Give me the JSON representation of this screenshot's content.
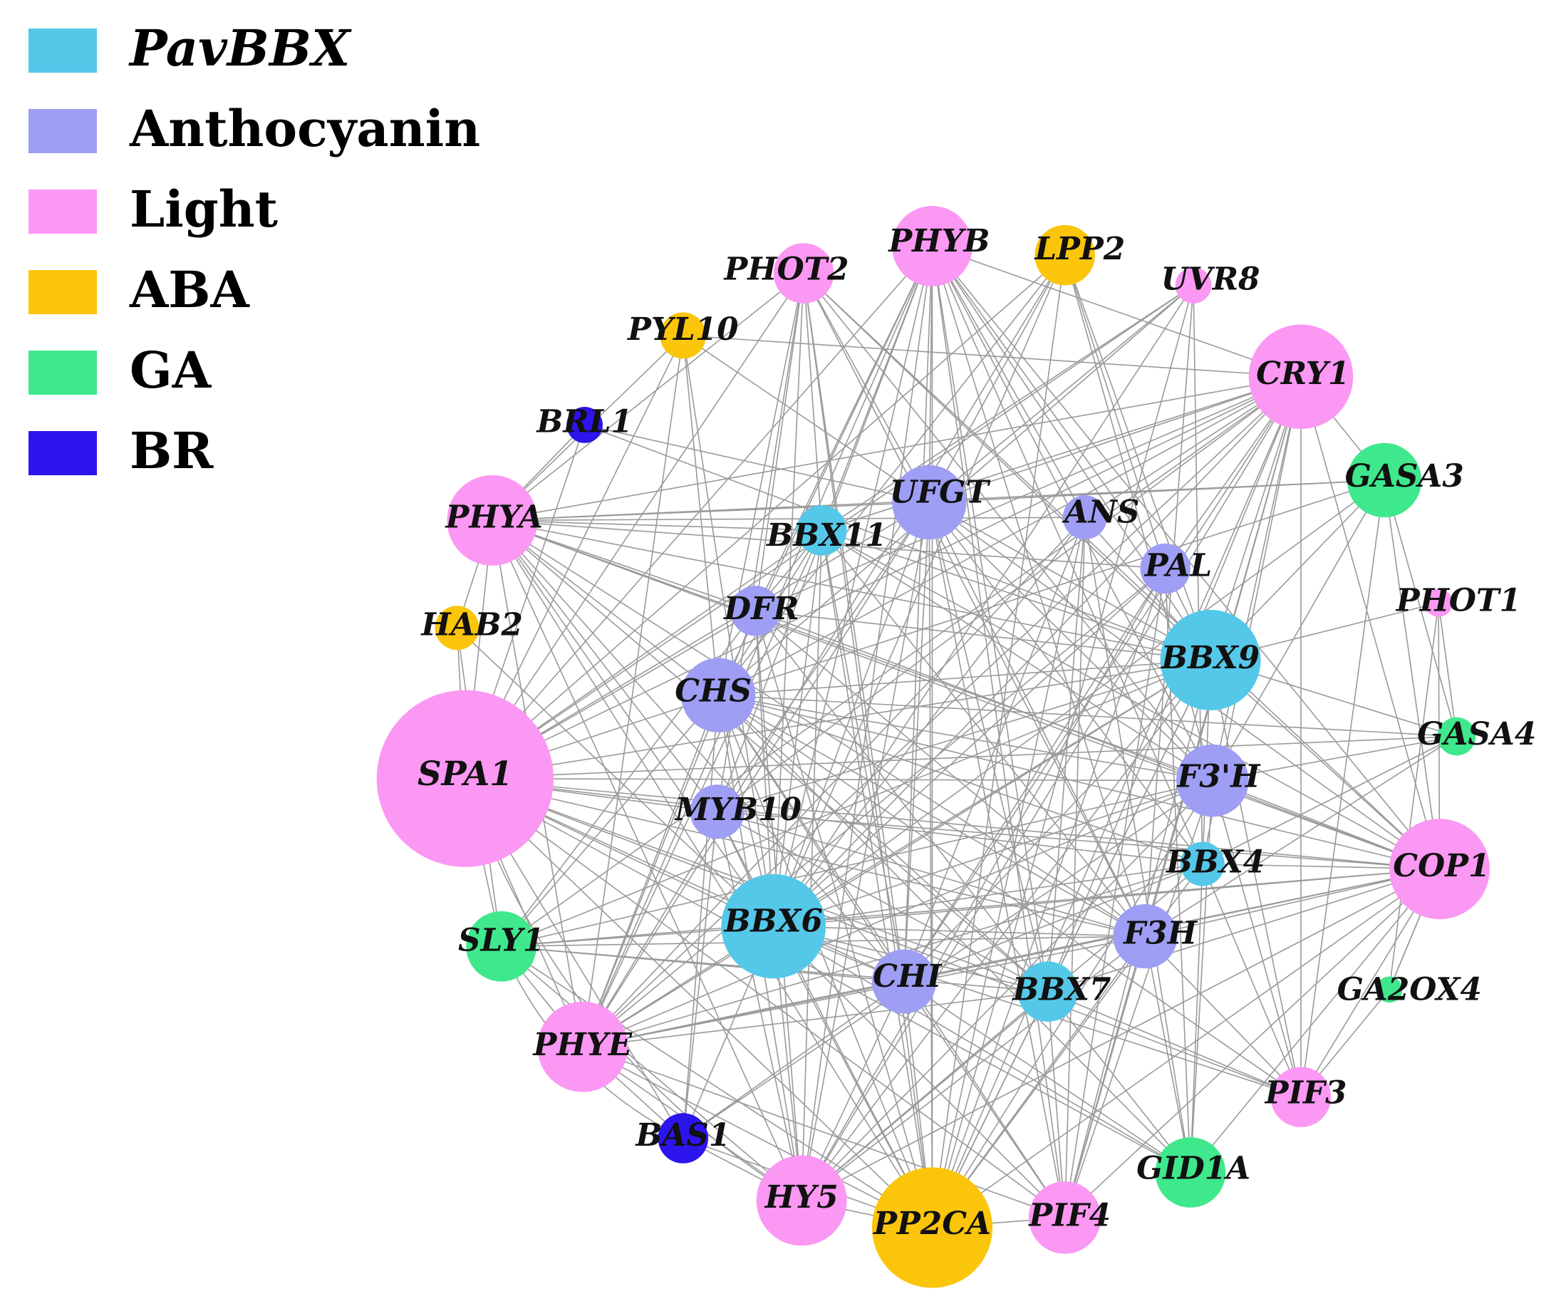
{
  "colors": {
    "PavBBX": "#55c8ea",
    "Anthocyanin": "#9e9ef5",
    "Light": "#fb98f3",
    "ABA": "#fbc50c",
    "GA": "#3fe88c",
    "BR": "#2c14ec",
    "edge": "#9a9a9a"
  },
  "legend": [
    {
      "label": "PavBBX",
      "group": "PavBBX",
      "italic": true
    },
    {
      "label": "Anthocyanin",
      "group": "Anthocyanin",
      "italic": false
    },
    {
      "label": "Light",
      "group": "Light",
      "italic": false
    },
    {
      "label": "ABA",
      "group": "ABA",
      "italic": false
    },
    {
      "label": "GA",
      "group": "GA",
      "italic": false
    },
    {
      "label": "BR",
      "group": "BR",
      "italic": false
    }
  ],
  "nodes": [
    {
      "id": "PHOT2",
      "label": "PHOT2",
      "group": "Light"
    },
    {
      "id": "PHYB",
      "label": "PHYB",
      "group": "Light"
    },
    {
      "id": "LPP2",
      "label": "LPP2",
      "group": "ABA"
    },
    {
      "id": "UVR8",
      "label": "UVR8",
      "group": "Light"
    },
    {
      "id": "PYL10",
      "label": "PYL10",
      "group": "ABA"
    },
    {
      "id": "CRY1",
      "label": "CRY1",
      "group": "Light"
    },
    {
      "id": "BRL1",
      "label": "BRL1",
      "group": "BR"
    },
    {
      "id": "UFGT",
      "label": "UFGT",
      "group": "Anthocyanin"
    },
    {
      "id": "ANS",
      "label": "ANS",
      "group": "Anthocyanin"
    },
    {
      "id": "GASA3",
      "label": "GASA3",
      "group": "GA"
    },
    {
      "id": "PHYA",
      "label": "PHYA",
      "group": "Light"
    },
    {
      "id": "BBX11",
      "label": "BBX11",
      "group": "PavBBX"
    },
    {
      "id": "PAL",
      "label": "PAL",
      "group": "Anthocyanin"
    },
    {
      "id": "PHOT1",
      "label": "PHOT1",
      "group": "Light"
    },
    {
      "id": "HAB2",
      "label": "HAB2",
      "group": "ABA"
    },
    {
      "id": "DFR",
      "label": "DFR",
      "group": "Anthocyanin"
    },
    {
      "id": "BBX9",
      "label": "BBX9",
      "group": "PavBBX"
    },
    {
      "id": "CHS",
      "label": "CHS",
      "group": "Anthocyanin"
    },
    {
      "id": "GASA4",
      "label": "GASA4",
      "group": "GA"
    },
    {
      "id": "SPA1",
      "label": "SPA1",
      "group": "Light"
    },
    {
      "id": "F3H_prime",
      "label": "F3'H",
      "group": "Anthocyanin"
    },
    {
      "id": "MYB10",
      "label": "MYB10",
      "group": "Anthocyanin"
    },
    {
      "id": "BBX4",
      "label": "BBX4",
      "group": "PavBBX"
    },
    {
      "id": "COP1",
      "label": "COP1",
      "group": "Light"
    },
    {
      "id": "BBX6",
      "label": "BBX6",
      "group": "PavBBX"
    },
    {
      "id": "F3H",
      "label": "F3H",
      "group": "Anthocyanin"
    },
    {
      "id": "SLY1",
      "label": "SLY1",
      "group": "GA"
    },
    {
      "id": "CHI",
      "label": "CHI",
      "group": "Anthocyanin"
    },
    {
      "id": "BBX7",
      "label": "BBX7",
      "group": "PavBBX"
    },
    {
      "id": "GA2OX4",
      "label": "GA2OX4",
      "group": "GA"
    },
    {
      "id": "PHYE",
      "label": "PHYE",
      "group": "Light"
    },
    {
      "id": "PIF3",
      "label": "PIF3",
      "group": "Light"
    },
    {
      "id": "BAS1",
      "label": "BAS1",
      "group": "BR"
    },
    {
      "id": "GID1A",
      "label": "GID1A",
      "group": "GA"
    },
    {
      "id": "HY5",
      "label": "HY5",
      "group": "Light"
    },
    {
      "id": "PP2CA",
      "label": "PP2CA",
      "group": "ABA"
    },
    {
      "id": "PIF4",
      "label": "PIF4",
      "group": "Light"
    }
  ],
  "edges": [
    [
      "SPA1",
      "PHYA"
    ],
    [
      "SPA1",
      "HAB2"
    ],
    [
      "SPA1",
      "BRL1"
    ],
    [
      "SPA1",
      "PYL10"
    ],
    [
      "SPA1",
      "PHOT2"
    ],
    [
      "SPA1",
      "PHYB"
    ],
    [
      "SPA1",
      "LPP2"
    ],
    [
      "SPA1",
      "UVR8"
    ],
    [
      "SPA1",
      "CRY1"
    ],
    [
      "SPA1",
      "UFGT"
    ],
    [
      "SPA1",
      "BBX11"
    ],
    [
      "SPA1",
      "DFR"
    ],
    [
      "SPA1",
      "CHS"
    ],
    [
      "SPA1",
      "MYB10"
    ],
    [
      "SPA1",
      "BBX6"
    ],
    [
      "SPA1",
      "SLY1"
    ],
    [
      "SPA1",
      "PHYE"
    ],
    [
      "SPA1",
      "BAS1"
    ],
    [
      "SPA1",
      "HY5"
    ],
    [
      "SPA1",
      "PP2CA"
    ],
    [
      "SPA1",
      "F3H_prime"
    ],
    [
      "SPA1",
      "BBX9"
    ],
    [
      "SPA1",
      "GASA4"
    ],
    [
      "SPA1",
      "COP1"
    ],
    [
      "SPA1",
      "BBX4"
    ],
    [
      "SPA1",
      "F3H"
    ],
    [
      "SPA1",
      "CHI"
    ],
    [
      "SPA1",
      "BBX7"
    ],
    [
      "SPA1",
      "PIF4"
    ],
    [
      "SPA1",
      "GID1A"
    ],
    [
      "SPA1",
      "PIF3"
    ],
    [
      "PHYA",
      "BBX11"
    ],
    [
      "PHYA",
      "UFGT"
    ],
    [
      "PHYA",
      "ANS"
    ],
    [
      "PHYA",
      "PAL"
    ],
    [
      "PHYA",
      "DFR"
    ],
    [
      "PHYA",
      "CHS"
    ],
    [
      "PHYA",
      "BBX9"
    ],
    [
      "PHYA",
      "F3H_prime"
    ],
    [
      "PHYA",
      "BBX6"
    ],
    [
      "PHYA",
      "CHI"
    ],
    [
      "PHYA",
      "F3H"
    ],
    [
      "PHYA",
      "COP1"
    ],
    [
      "PHYA",
      "PHYE"
    ],
    [
      "PHYA",
      "HY5"
    ],
    [
      "PHYA",
      "PP2CA"
    ],
    [
      "PHYA",
      "CRY1"
    ],
    [
      "PHYA",
      "GASA3"
    ],
    [
      "PHYA",
      "PYL10"
    ],
    [
      "PHYA",
      "PHOT2"
    ],
    [
      "PHYA",
      "BBX7"
    ],
    [
      "PHYA",
      "MYB10"
    ],
    [
      "CRY1",
      "UFGT"
    ],
    [
      "CRY1",
      "BBX11"
    ],
    [
      "CRY1",
      "DFR"
    ],
    [
      "CRY1",
      "CHS"
    ],
    [
      "CRY1",
      "BBX9"
    ],
    [
      "CRY1",
      "F3H_prime"
    ],
    [
      "CRY1",
      "COP1"
    ],
    [
      "CRY1",
      "BBX6"
    ],
    [
      "CRY1",
      "CHI"
    ],
    [
      "CRY1",
      "F3H"
    ],
    [
      "CRY1",
      "BBX7"
    ],
    [
      "CRY1",
      "PP2CA"
    ],
    [
      "CRY1",
      "PIF4"
    ],
    [
      "CRY1",
      "HY5"
    ],
    [
      "CRY1",
      "PHYE"
    ],
    [
      "CRY1",
      "PIF3"
    ],
    [
      "CRY1",
      "PAL"
    ],
    [
      "CRY1",
      "ANS"
    ],
    [
      "CRY1",
      "BBX4"
    ],
    [
      "CRY1",
      "GASA3"
    ],
    [
      "CRY1",
      "PHYB"
    ],
    [
      "CRY1",
      "PYL10"
    ],
    [
      "CRY1",
      "SLY1"
    ],
    [
      "CRY1",
      "MYB10"
    ],
    [
      "COP1",
      "BBX9"
    ],
    [
      "COP1",
      "F3H_prime"
    ],
    [
      "COP1",
      "BBX4"
    ],
    [
      "COP1",
      "BBX6"
    ],
    [
      "COP1",
      "CHI"
    ],
    [
      "COP1",
      "F3H"
    ],
    [
      "COP1",
      "BBX7"
    ],
    [
      "COP1",
      "PIF4"
    ],
    [
      "COP1",
      "PIF3"
    ],
    [
      "COP1",
      "GID1A"
    ],
    [
      "COP1",
      "PP2CA"
    ],
    [
      "COP1",
      "HY5"
    ],
    [
      "COP1",
      "PHYE"
    ],
    [
      "COP1",
      "SLY1"
    ],
    [
      "COP1",
      "CHS"
    ],
    [
      "COP1",
      "DFR"
    ],
    [
      "COP1",
      "UFGT"
    ],
    [
      "COP1",
      "BBX11"
    ],
    [
      "COP1",
      "PHYB"
    ],
    [
      "COP1",
      "GASA3"
    ],
    [
      "COP1",
      "PHOT1"
    ],
    [
      "COP1",
      "GA2OX4"
    ],
    [
      "COP1",
      "MYB10"
    ],
    [
      "COP1",
      "PHOT2"
    ],
    [
      "PHYB",
      "UFGT"
    ],
    [
      "PHYB",
      "BBX11"
    ],
    [
      "PHYB",
      "DFR"
    ],
    [
      "PHYB",
      "CHS"
    ],
    [
      "PHYB",
      "BBX9"
    ],
    [
      "PHYB",
      "F3H_prime"
    ],
    [
      "PHYB",
      "BBX6"
    ],
    [
      "PHYB",
      "CHI"
    ],
    [
      "PHYB",
      "F3H"
    ],
    [
      "PHYB",
      "BBX7"
    ],
    [
      "PHYB",
      "PP2CA"
    ],
    [
      "PHYB",
      "HY5"
    ],
    [
      "PHYB",
      "PIF4"
    ],
    [
      "PHYB",
      "PHYE"
    ],
    [
      "PHYB",
      "ANS"
    ],
    [
      "PHYB",
      "PAL"
    ],
    [
      "PHYB",
      "MYB10"
    ],
    [
      "PHYB",
      "BBX4"
    ],
    [
      "PHOT2",
      "BBX11"
    ],
    [
      "PHOT2",
      "UFGT"
    ],
    [
      "PHOT2",
      "CHS"
    ],
    [
      "PHOT2",
      "DFR"
    ],
    [
      "PHOT2",
      "BBX6"
    ],
    [
      "PHOT2",
      "CHI"
    ],
    [
      "PHOT2",
      "F3H_prime"
    ],
    [
      "PHOT2",
      "BBX9"
    ],
    [
      "PHOT2",
      "PP2CA"
    ],
    [
      "PHOT2",
      "F3H"
    ],
    [
      "PHOT2",
      "MYB10"
    ],
    [
      "LPP2",
      "UFGT"
    ],
    [
      "LPP2",
      "BBX9"
    ],
    [
      "LPP2",
      "PAL"
    ],
    [
      "LPP2",
      "CHS"
    ],
    [
      "LPP2",
      "BBX6"
    ],
    [
      "LPP2",
      "F3H_prime"
    ],
    [
      "LPP2",
      "PP2CA"
    ],
    [
      "LPP2",
      "PHYE"
    ],
    [
      "UVR8",
      "UFGT"
    ],
    [
      "UVR8",
      "BBX6"
    ],
    [
      "UVR8",
      "CHS"
    ],
    [
      "UVR8",
      "BBX4"
    ],
    [
      "UVR8",
      "F3H"
    ],
    [
      "UVR8",
      "PP2CA"
    ],
    [
      "UVR8",
      "BBX11"
    ],
    [
      "PYL10",
      "UFGT"
    ],
    [
      "PYL10",
      "BBX6"
    ],
    [
      "PYL10",
      "CHS"
    ],
    [
      "PYL10",
      "PHYE"
    ],
    [
      "BRL1",
      "PHYA"
    ],
    [
      "BRL1",
      "UFGT"
    ],
    [
      "BRL1",
      "BBX9"
    ],
    [
      "GASA3",
      "BBX9"
    ],
    [
      "GASA3",
      "UFGT"
    ],
    [
      "GASA3",
      "F3H_prime"
    ],
    [
      "GASA3",
      "CHS"
    ],
    [
      "GASA3",
      "BBX6"
    ],
    [
      "GASA3",
      "GASA4"
    ],
    [
      "GASA3",
      "PIF3"
    ],
    [
      "PHOT1",
      "GASA4"
    ],
    [
      "PHOT1",
      "BBX9"
    ],
    [
      "PHOT1",
      "GA2OX4"
    ],
    [
      "GASA4",
      "F3H_prime"
    ],
    [
      "GASA4",
      "BBX9"
    ],
    [
      "GASA4",
      "CHS"
    ],
    [
      "GASA4",
      "BBX4"
    ],
    [
      "GASA4",
      "F3H"
    ],
    [
      "GA2OX4",
      "PIF3"
    ],
    [
      "GA2OX4",
      "COP1"
    ],
    [
      "HAB2",
      "PHYA"
    ],
    [
      "HAB2",
      "SLY1"
    ],
    [
      "HAB2",
      "BBX6"
    ],
    [
      "SLY1",
      "BBX6"
    ],
    [
      "SLY1",
      "CHI"
    ],
    [
      "SLY1",
      "BBX9"
    ],
    [
      "SLY1",
      "F3H_prime"
    ],
    [
      "SLY1",
      "PHYE"
    ],
    [
      "SLY1",
      "BAS1"
    ],
    [
      "SLY1",
      "DFR"
    ],
    [
      "SLY1",
      "CHS"
    ],
    [
      "SLY1",
      "F3H"
    ],
    [
      "SLY1",
      "BBX7"
    ],
    [
      "SLY1",
      "HY5"
    ],
    [
      "SLY1",
      "PP2CA"
    ],
    [
      "PHYE",
      "BBX6"
    ],
    [
      "PHYE",
      "CHI"
    ],
    [
      "PHYE",
      "BBX9"
    ],
    [
      "PHYE",
      "F3H_prime"
    ],
    [
      "PHYE",
      "F3H"
    ],
    [
      "PHYE",
      "BBX7"
    ],
    [
      "PHYE",
      "HY5"
    ],
    [
      "PHYE",
      "PP2CA"
    ],
    [
      "PHYE",
      "CHS"
    ],
    [
      "PHYE",
      "DFR"
    ],
    [
      "PHYE",
      "UFGT"
    ],
    [
      "PHYE",
      "BBX11"
    ],
    [
      "PHYE",
      "PIF4"
    ],
    [
      "PHYE",
      "BBX4"
    ],
    [
      "PHYE",
      "PAL"
    ],
    [
      "PHYE",
      "ANS"
    ],
    [
      "PHYE",
      "BAS1"
    ],
    [
      "BAS1",
      "BBX6"
    ],
    [
      "BAS1",
      "CHI"
    ],
    [
      "BAS1",
      "PP2CA"
    ],
    [
      "BAS1",
      "HY5"
    ],
    [
      "BAS1",
      "F3H_prime"
    ],
    [
      "BAS1",
      "CHS"
    ],
    [
      "BAS1",
      "MYB10"
    ],
    [
      "HY5",
      "BBX6"
    ],
    [
      "HY5",
      "CHI"
    ],
    [
      "HY5",
      "BBX9"
    ],
    [
      "HY5",
      "F3H_prime"
    ],
    [
      "HY5",
      "F3H"
    ],
    [
      "HY5",
      "BBX7"
    ],
    [
      "HY5",
      "CHS"
    ],
    [
      "HY5",
      "DFR"
    ],
    [
      "HY5",
      "UFGT"
    ],
    [
      "HY5",
      "BBX11"
    ],
    [
      "HY5",
      "PP2CA"
    ],
    [
      "HY5",
      "MYB10"
    ],
    [
      "HY5",
      "BBX4"
    ],
    [
      "HY5",
      "PAL"
    ],
    [
      "PP2CA",
      "BBX6"
    ],
    [
      "PP2CA",
      "CHI"
    ],
    [
      "PP2CA",
      "BBX9"
    ],
    [
      "PP2CA",
      "F3H_prime"
    ],
    [
      "PP2CA",
      "F3H"
    ],
    [
      "PP2CA",
      "BBX7"
    ],
    [
      "PP2CA",
      "CHS"
    ],
    [
      "PP2CA",
      "DFR"
    ],
    [
      "PP2CA",
      "UFGT"
    ],
    [
      "PP2CA",
      "BBX11"
    ],
    [
      "PP2CA",
      "MYB10"
    ],
    [
      "PP2CA",
      "BBX4"
    ],
    [
      "PP2CA",
      "ANS"
    ],
    [
      "PP2CA",
      "PAL"
    ],
    [
      "PP2CA",
      "PIF4"
    ],
    [
      "PIF4",
      "BBX6"
    ],
    [
      "PIF4",
      "CHI"
    ],
    [
      "PIF4",
      "BBX9"
    ],
    [
      "PIF4",
      "F3H_prime"
    ],
    [
      "PIF4",
      "F3H"
    ],
    [
      "PIF4",
      "BBX7"
    ],
    [
      "PIF4",
      "CHS"
    ],
    [
      "PIF4",
      "UFGT"
    ],
    [
      "PIF4",
      "ANS"
    ],
    [
      "PIF4",
      "PAL"
    ],
    [
      "GID1A",
      "BBX9"
    ],
    [
      "GID1A",
      "F3H_prime"
    ],
    [
      "GID1A",
      "F3H"
    ],
    [
      "GID1A",
      "BBX6"
    ],
    [
      "GID1A",
      "CHI"
    ],
    [
      "GID1A",
      "BBX7"
    ],
    [
      "GID1A",
      "CHS"
    ],
    [
      "GID1A",
      "PAL"
    ],
    [
      "GID1A",
      "ANS"
    ],
    [
      "PIF3",
      "BBX9"
    ],
    [
      "PIF3",
      "F3H_prime"
    ],
    [
      "PIF3",
      "F3H"
    ],
    [
      "PIF3",
      "BBX6"
    ],
    [
      "PIF3",
      "CHS"
    ],
    [
      "PIF3",
      "BBX7"
    ],
    [
      "PIF3",
      "BBX4"
    ],
    [
      "BBX9",
      "UFGT"
    ],
    [
      "BBX9",
      "DFR"
    ],
    [
      "BBX9",
      "CHS"
    ],
    [
      "BBX9",
      "BBX6"
    ],
    [
      "BBX9",
      "CHI"
    ],
    [
      "BBX9",
      "MYB10"
    ],
    [
      "BBX9",
      "ANS"
    ],
    [
      "BBX9",
      "PAL"
    ],
    [
      "BBX9",
      "BBX11"
    ],
    [
      "BBX9",
      "BBX7"
    ],
    [
      "BBX6",
      "UFGT"
    ],
    [
      "BBX6",
      "DFR"
    ],
    [
      "BBX6",
      "CHS"
    ],
    [
      "BBX6",
      "F3H_prime"
    ],
    [
      "BBX6",
      "F3H"
    ],
    [
      "BBX6",
      "ANS"
    ],
    [
      "BBX6",
      "PAL"
    ],
    [
      "BBX6",
      "BBX11"
    ],
    [
      "BBX6",
      "MYB10"
    ],
    [
      "BBX6",
      "BBX4"
    ],
    [
      "BBX6",
      "BBX7"
    ],
    [
      "BBX6",
      "CHI"
    ],
    [
      "BBX11",
      "CHS"
    ],
    [
      "BBX11",
      "F3H_prime"
    ],
    [
      "BBX11",
      "CHI"
    ],
    [
      "BBX11",
      "F3H"
    ],
    [
      "BBX11",
      "DFR"
    ],
    [
      "BBX4",
      "CHS"
    ],
    [
      "BBX4",
      "UFGT"
    ],
    [
      "BBX4",
      "CHI"
    ],
    [
      "BBX7",
      "CHS"
    ],
    [
      "BBX7",
      "UFGT"
    ],
    [
      "BBX7",
      "DFR"
    ],
    [
      "BBX7",
      "ANS"
    ],
    [
      "UFGT",
      "CHI"
    ],
    [
      "UFGT",
      "MYB10"
    ],
    [
      "UFGT",
      "F3H"
    ],
    [
      "UFGT",
      "F3H_prime"
    ],
    [
      "CHS",
      "F3H_prime"
    ],
    [
      "CHS",
      "F3H"
    ],
    [
      "CHS",
      "CHI"
    ],
    [
      "DFR",
      "F3H"
    ],
    [
      "ANS",
      "CHI"
    ],
    [
      "PAL",
      "CHI"
    ],
    [
      "MYB10",
      "F3H"
    ],
    [
      "MYB10",
      "BBX7"
    ]
  ]
}
